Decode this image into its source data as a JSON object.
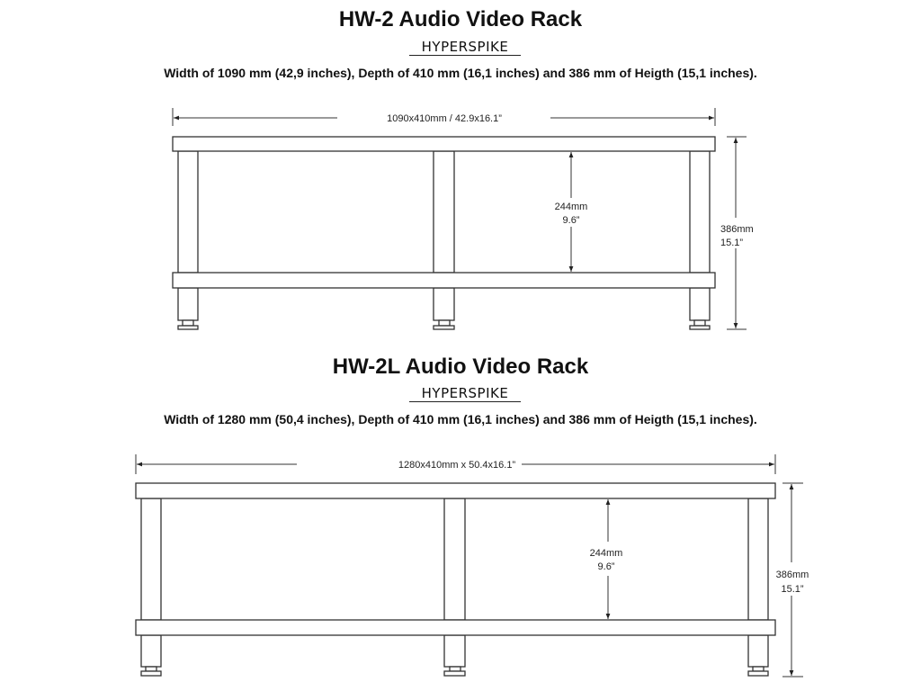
{
  "racks": [
    {
      "title": "HW-2 Audio Video Rack",
      "brand": "HYPERSPIKE",
      "description": "Width of 1090 mm (42,9 inches), Depth of 410 mm (16,1 inches) and 386 mm of Heigth (15,1 inches).",
      "width_label": "1090x410mm / 42.9x16.1”",
      "shelf_gap_mm": "244mm",
      "shelf_gap_in": "9.6”",
      "height_mm": "386mm",
      "height_in": "15.1”"
    },
    {
      "title": "HW-2L Audio Video Rack",
      "brand": "HYPERSPIKE",
      "description": "Width of 1280 mm (50,4 inches), Depth of 410 mm (16,1 inches) and 386 mm of Heigth (15,1 inches).",
      "width_label": "1280x410mm x 50.4x16.1”",
      "shelf_gap_mm": "244mm",
      "shelf_gap_in": "9.6”",
      "height_mm": "386mm",
      "height_in": "15.1”"
    }
  ]
}
